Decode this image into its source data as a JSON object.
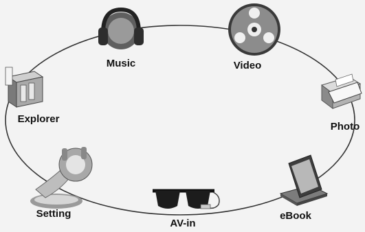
{
  "menu": {
    "items": [
      {
        "id": "music",
        "label": "Music",
        "icon": "headphones-icon"
      },
      {
        "id": "video",
        "label": "Video",
        "icon": "film-reel-icon"
      },
      {
        "id": "explorer",
        "label": "Explorer",
        "icon": "file-cabinet-icon"
      },
      {
        "id": "photo",
        "label": "Photo",
        "icon": "photo-printer-icon"
      },
      {
        "id": "setting",
        "label": "Setting",
        "icon": "robot-hand-icon"
      },
      {
        "id": "avin",
        "label": "AV-in",
        "icon": "video-glasses-icon"
      },
      {
        "id": "ebook",
        "label": "eBook",
        "icon": "laptop-icon"
      }
    ]
  }
}
